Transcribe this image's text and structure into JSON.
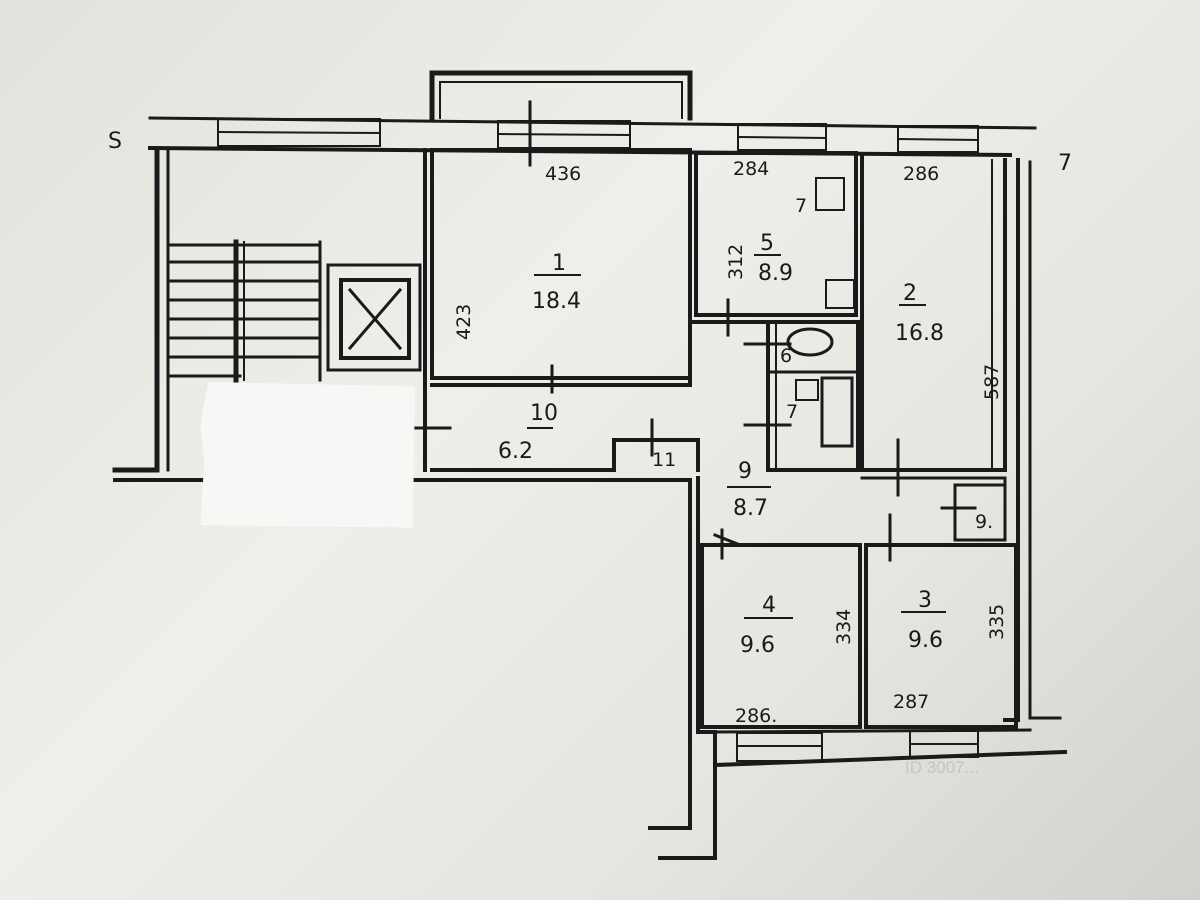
{
  "rooms": [
    {
      "id": "room-1",
      "number": "1",
      "area": "18.4"
    },
    {
      "id": "room-2",
      "number": "2",
      "area": "16.8"
    },
    {
      "id": "room-3",
      "number": "3",
      "area": "9.6"
    },
    {
      "id": "room-4",
      "number": "4",
      "area": "9.6"
    },
    {
      "id": "room-5",
      "number": "5",
      "area": "8.9"
    },
    {
      "id": "room-9",
      "number": "9",
      "area": "8.7"
    },
    {
      "id": "room-10",
      "number": "10",
      "area": "6.2"
    }
  ],
  "small_labels": {
    "wc": "6",
    "bath": "7",
    "pantry": "11",
    "closet": "9.",
    "room5_fixture": "7"
  },
  "dimensions": {
    "room1_width": "436",
    "room1_height": "423",
    "room5_width": "284",
    "room5_height": "312",
    "room2_width": "286",
    "room2_height": "587",
    "room4_width": "286.",
    "room4_height": "334",
    "room3_width": "287",
    "room3_height": "335"
  },
  "break_marks": {
    "left": "S",
    "right": "7"
  },
  "watermark": "ID 3007...",
  "colors": {
    "ink": "#1a1a1a",
    "paper": "#e9e9e5"
  }
}
